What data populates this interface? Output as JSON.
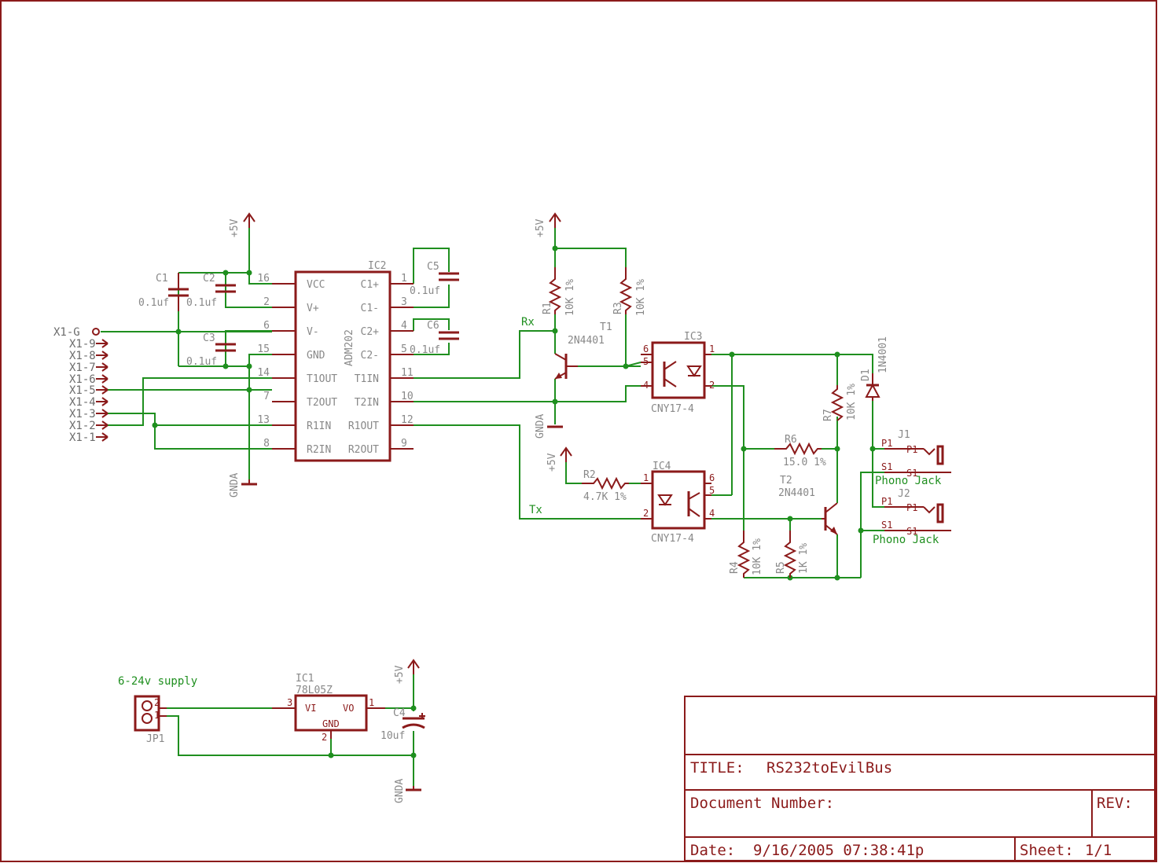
{
  "title_block": {
    "title_label": "TITLE:",
    "title_value": "RS232toEvilBus",
    "docnum_label": "Document Number:",
    "rev_label": "REV:",
    "date_label": "Date:",
    "date_value": "9/16/2005 07:38:41p",
    "sheet_label": "Sheet:",
    "sheet_value": "1/1"
  },
  "ic2": {
    "name": "IC2",
    "part": "ADM202",
    "left_pins": [
      {
        "num": "16",
        "label": "VCC"
      },
      {
        "num": "2",
        "label": "V+"
      },
      {
        "num": "6",
        "label": "V-"
      },
      {
        "num": "15",
        "label": "GND"
      },
      {
        "num": "14",
        "label": "T1OUT"
      },
      {
        "num": "7",
        "label": "T2OUT"
      },
      {
        "num": "13",
        "label": "R1IN"
      },
      {
        "num": "8",
        "label": "R2IN"
      }
    ],
    "right_pins": [
      {
        "num": "1",
        "label": "C1+"
      },
      {
        "num": "3",
        "label": "C1-"
      },
      {
        "num": "4",
        "label": "C2+"
      },
      {
        "num": "5",
        "label": "C2-"
      },
      {
        "num": "11",
        "label": "T1IN"
      },
      {
        "num": "10",
        "label": "T2IN"
      },
      {
        "num": "12",
        "label": "R1OUT"
      },
      {
        "num": "9",
        "label": "R2OUT"
      }
    ]
  },
  "connector_x1": [
    "X1-G",
    "X1-9",
    "X1-8",
    "X1-7",
    "X1-6",
    "X1-5",
    "X1-4",
    "X1-3",
    "X1-2",
    "X1-1"
  ],
  "caps": {
    "c1": {
      "name": "C1",
      "value": "0.1uf"
    },
    "c2": {
      "name": "C2",
      "value": "0.1uf"
    },
    "c3": {
      "name": "C3",
      "value": "0.1uf"
    },
    "c5": {
      "name": "C5",
      "value": "0.1uf"
    },
    "c6": {
      "name": "C6",
      "value": "0.1uf"
    },
    "c4": {
      "name": "C4",
      "value": "10uf"
    }
  },
  "resistors": {
    "r1": {
      "name": "R1",
      "value": "10K 1%"
    },
    "r3": {
      "name": "R3",
      "value": "10K 1%"
    },
    "r2": {
      "name": "R2",
      "value": "4.7K 1%"
    },
    "r6": {
      "name": "R6",
      "value": "15.0 1%"
    },
    "r7": {
      "name": "R7",
      "value": "10K 1%"
    },
    "r4": {
      "name": "R4",
      "value": "10K 1%"
    },
    "r5": {
      "name": "R5",
      "value": "1K 1%"
    }
  },
  "transistors": {
    "t1": {
      "name": "T1",
      "part": "2N4401"
    },
    "t2": {
      "name": "T2",
      "part": "2N4401"
    }
  },
  "optos": {
    "ic3": {
      "name": "IC3",
      "part": "CNY17-4",
      "pins": [
        "6",
        "5",
        "4",
        "1",
        "2"
      ]
    },
    "ic4": {
      "name": "IC4",
      "part": "CNY17-4",
      "pins": [
        "1",
        "2",
        "6",
        "5",
        "4"
      ]
    }
  },
  "diode": {
    "name": "D1",
    "part": "1N4001"
  },
  "jacks": {
    "j1": {
      "name": "J1",
      "label": "Phono Jack",
      "p1": "P1",
      "s1": "S1"
    },
    "j2": {
      "name": "J2",
      "label": "Phono Jack",
      "p1": "P1",
      "s1": "S1"
    }
  },
  "nets": {
    "rx": "Rx",
    "tx": "Tx"
  },
  "supply": {
    "vcc": "+5V",
    "gnd": "GNDA"
  },
  "regulator": {
    "name": "IC1",
    "part": "78L05Z",
    "vi": "VI",
    "vo": "VO",
    "gnd": "GND",
    "pin_in": "3",
    "pin_out": "1",
    "pin_gnd": "2"
  },
  "power_jack": {
    "name": "JP1",
    "label": "6-24v supply",
    "pin2": "2",
    "pin1": "1"
  }
}
